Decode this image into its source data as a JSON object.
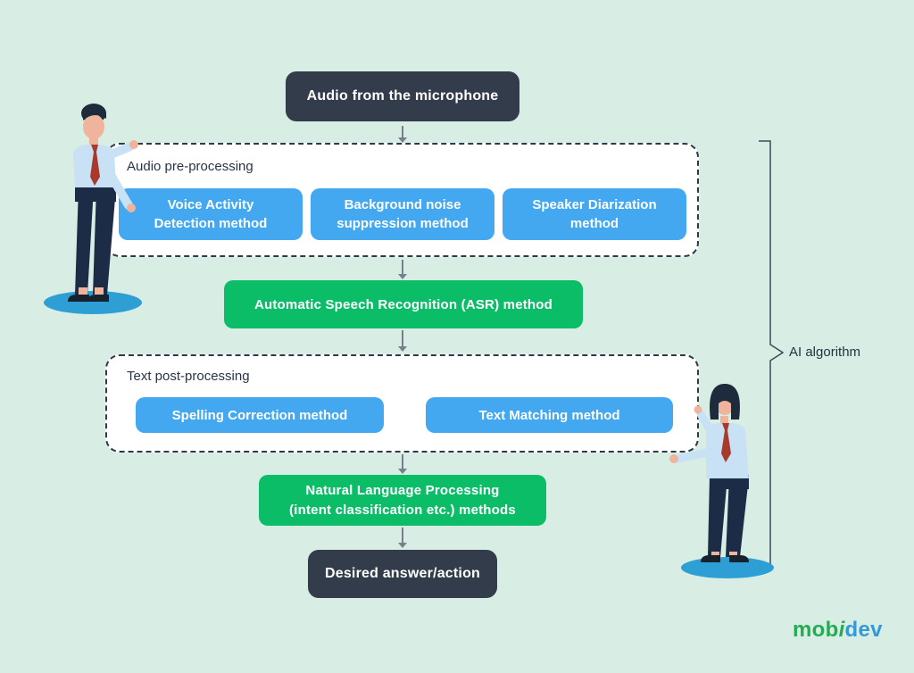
{
  "flow": {
    "source": "Audio from the microphone",
    "preprocessing": {
      "title": "Audio pre-processing",
      "methods": [
        "Voice Activity\nDetection method",
        "Background noise\nsuppression method",
        "Speaker Diarization\nmethod"
      ]
    },
    "asr": "Automatic Speech Recognition (ASR) method",
    "postprocessing": {
      "title": "Text post-processing",
      "methods": [
        "Spelling Correction method",
        "Text Matching method"
      ]
    },
    "nlp": "Natural Language Processing\n(intent classification etc.) methods",
    "result": "Desired answer/action"
  },
  "bracket": {
    "label": "AI algorithm"
  },
  "logo": {
    "mob": "mob",
    "i": "i",
    "dev": "dev"
  },
  "colors": {
    "background": "#d8ede3",
    "box_dark": "#333c4b",
    "box_blue": "#43a8f0",
    "box_green": "#0cbd68",
    "panel_border": "#2e3a49",
    "arrow": "#75808c",
    "bracket": "#3d4958",
    "shirt": "#c9e1f4",
    "tie": "#a83a2c",
    "skin": "#efb49b",
    "hair": "#1e2b3c",
    "shadow": "#2d9fd4",
    "logo_green": "#25ab52",
    "logo_blue": "#3598d8"
  }
}
